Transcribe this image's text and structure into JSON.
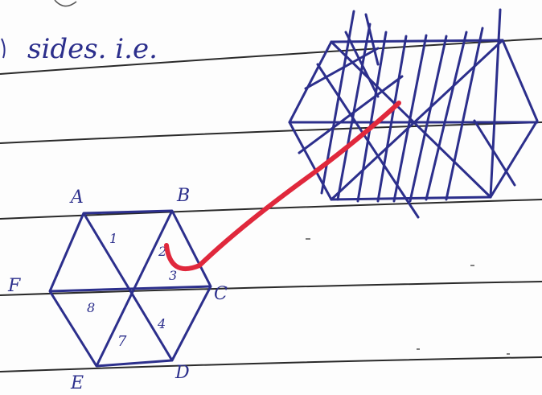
{
  "note": {
    "header_text": "sides. i.e.",
    "hexagon_labels": {
      "vertices": [
        "A",
        "B",
        "C",
        "D",
        "E",
        "F"
      ],
      "triangles": [
        "1",
        "2",
        "3",
        "4",
        "7",
        "8"
      ]
    }
  },
  "colors": {
    "ink": "#2c2f8c",
    "rule_line": "#2a2a2a",
    "annotation": "#e0283c",
    "paper": "#fdfdfd"
  }
}
